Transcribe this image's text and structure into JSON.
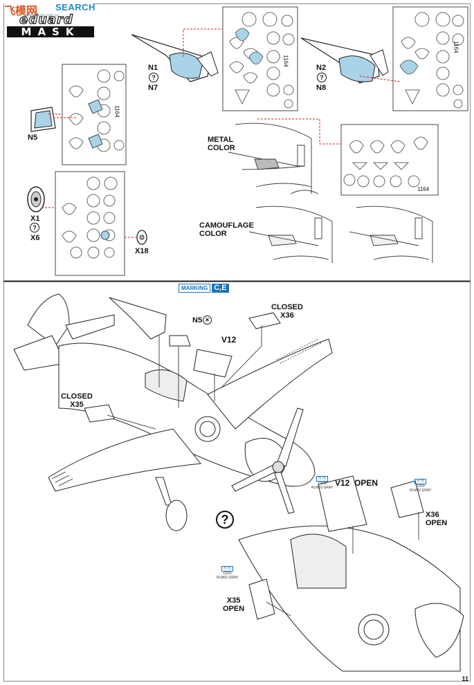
{
  "watermark": {
    "cn": "飞模网",
    "en": "SEARCH",
    "url": "www.xxsb.com.cn"
  },
  "brand": {
    "logo_top": "eduard",
    "logo_bottom": "MASK"
  },
  "top_section": {
    "labels": {
      "n1": "N1",
      "n7": "N7",
      "n2": "N2",
      "n8": "N8",
      "n5": "N5",
      "x1": "X1",
      "x6": "X6",
      "x18": "X18",
      "metal_color": "METAL\nCOLOR",
      "camouflage_color": "CAMOUFLAGE\nCOLOR",
      "qmark": "?"
    },
    "sheet_numbers": [
      "1164",
      "1164",
      "1164",
      "1164"
    ]
  },
  "bottom_section": {
    "marking": {
      "label": "MARKING",
      "code": "C,E"
    },
    "labels": {
      "closed_x36": "CLOSED\nX36",
      "closed_x35": "CLOSED\nX35",
      "n5": "N5",
      "v12": "V12",
      "v12_open": "V12  OPEN",
      "x36_open": "X36\nOPEN",
      "x35_open": "X35\nOPEN",
      "qmark": "?"
    },
    "paint_callouts": [
      {
        "h": "H 70",
        "c": "C060",
        "name": "RLM02 GRAY"
      },
      {
        "h": "H 70",
        "c": "C060",
        "name": "RLM02 GRAY"
      },
      {
        "h": "H 70",
        "c": "C060",
        "name": "RLM02 GRAY"
      }
    ]
  },
  "page_number": "11",
  "colors": {
    "accent_blue": "#1a73b8",
    "mask_blue": "#a9d3e6",
    "leader_red": "#d22020",
    "line": "#222222"
  }
}
